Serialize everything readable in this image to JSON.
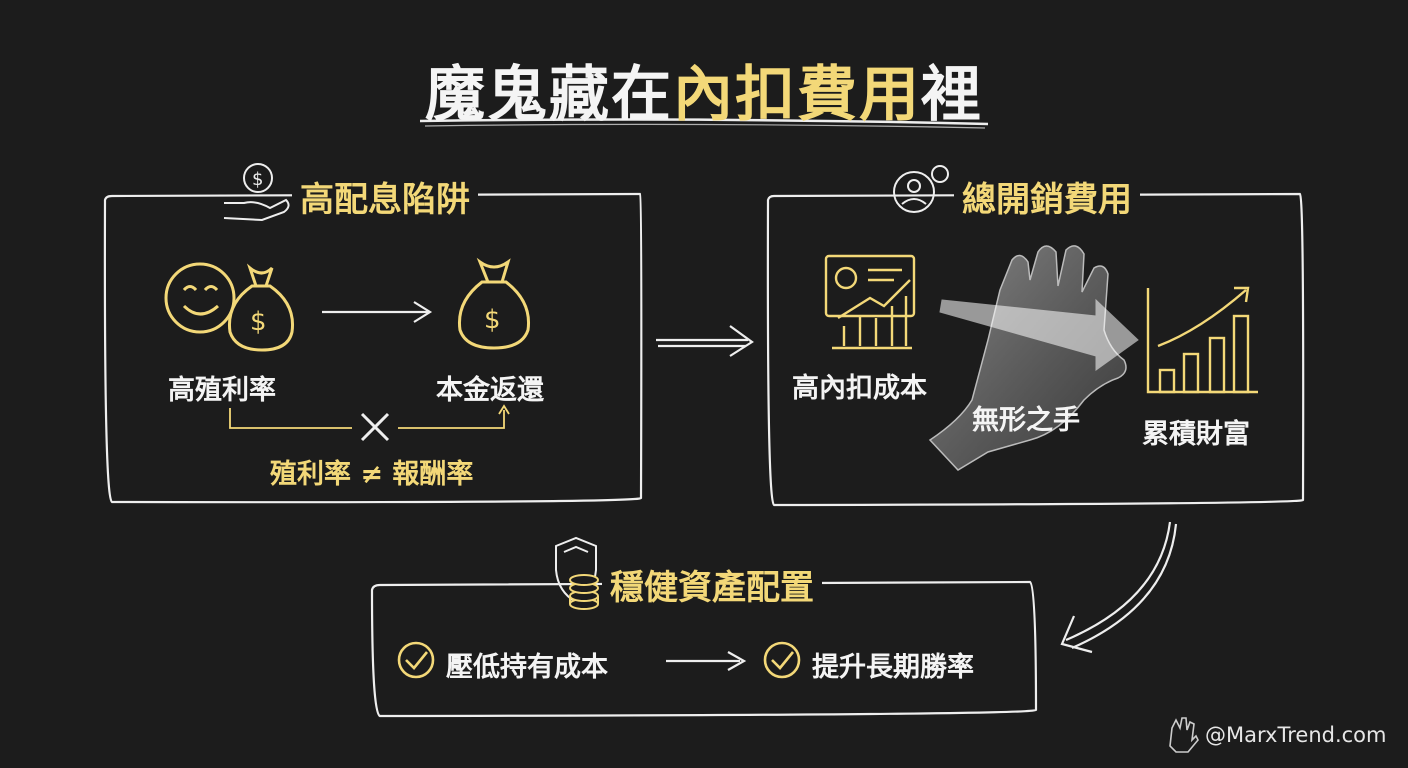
{
  "title": {
    "part1": "魔鬼藏在",
    "highlight": "內扣費用",
    "part2": "裡"
  },
  "high_yield_trap": {
    "title": "高配息陷阱",
    "left_label": "高殖利率",
    "right_label": "本金返還",
    "formula": "殖利率 ≠ 報酬率"
  },
  "total_expense": {
    "title": "總開銷費用",
    "left_label": "高內扣成本",
    "hand_label": "無形之手",
    "right_label": "累積財富"
  },
  "allocation": {
    "title": "穩健資產配置",
    "item1": "壓低持有成本",
    "item2": "提升長期勝率"
  },
  "credit": "@MarxTrend.com",
  "colors": {
    "background": "#1c1c1c",
    "accent": "#f3d878",
    "line": "#eeeeee"
  }
}
